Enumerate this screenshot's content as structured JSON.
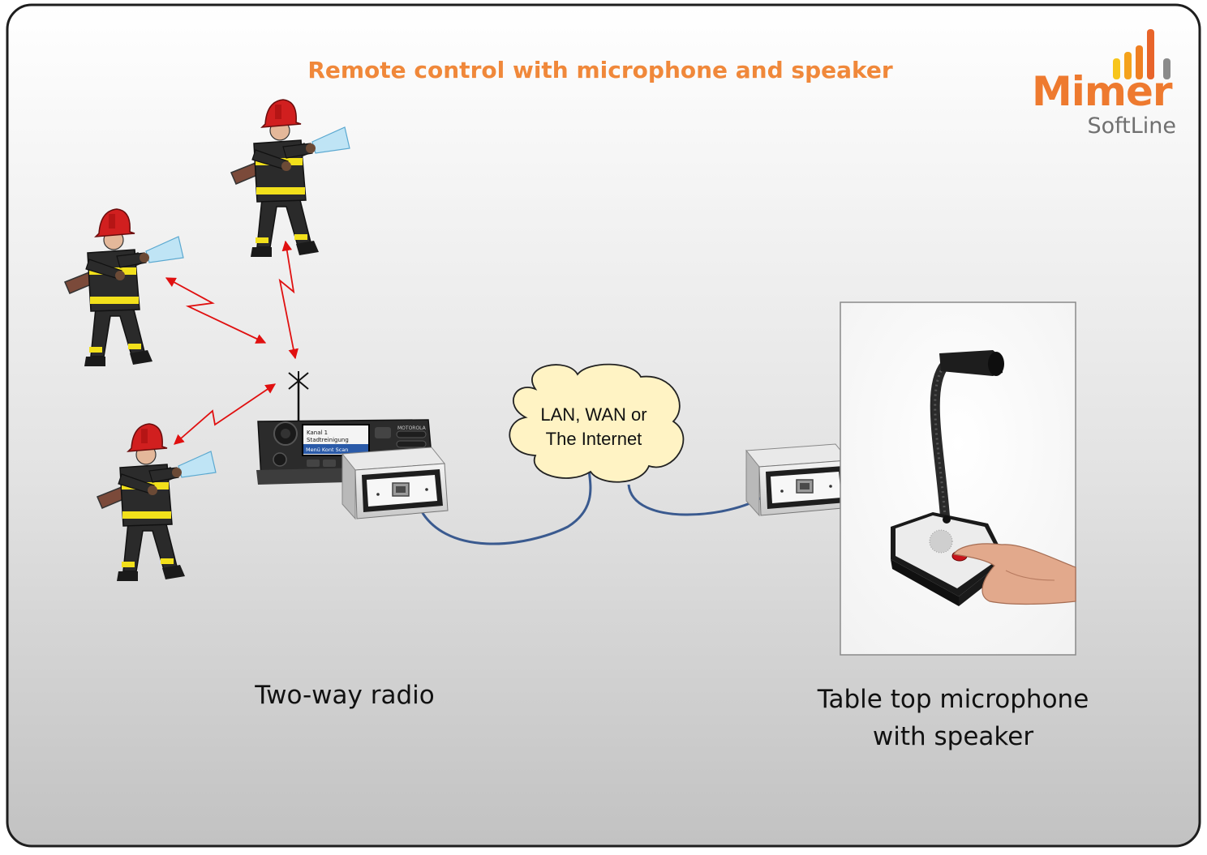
{
  "title": "Remote control with microphone and speaker",
  "cloud": {
    "line1": "LAN, WAN or",
    "line2": "The Internet"
  },
  "labels": {
    "radio": "Two-way radio",
    "mic_line1": "Table top microphone",
    "mic_line2": "with speaker"
  },
  "logo": {
    "brand": "Mimer",
    "sub": "SoftLine"
  },
  "radio_screen": {
    "line1": "Kanal 1",
    "line2": "Stadtreinigung",
    "softkeys": "Menü  Kont  Scan"
  },
  "radio_brand": "MOTOROLA",
  "colors": {
    "title": "#f0883a",
    "brand": "#ee7a2f",
    "softline": "#707070",
    "radio_link": "#e01010",
    "cable": "#3a5a8f",
    "cloud_fill": "#fff3c4",
    "bars": [
      "#f7c51b",
      "#f4a21b",
      "#ef7f22",
      "#e8642a",
      "#8a8a8a"
    ]
  },
  "icons": [
    "firefighter-icon",
    "antenna-icon",
    "network-adapter-icon",
    "table-microphone-icon",
    "finger-icon"
  ]
}
